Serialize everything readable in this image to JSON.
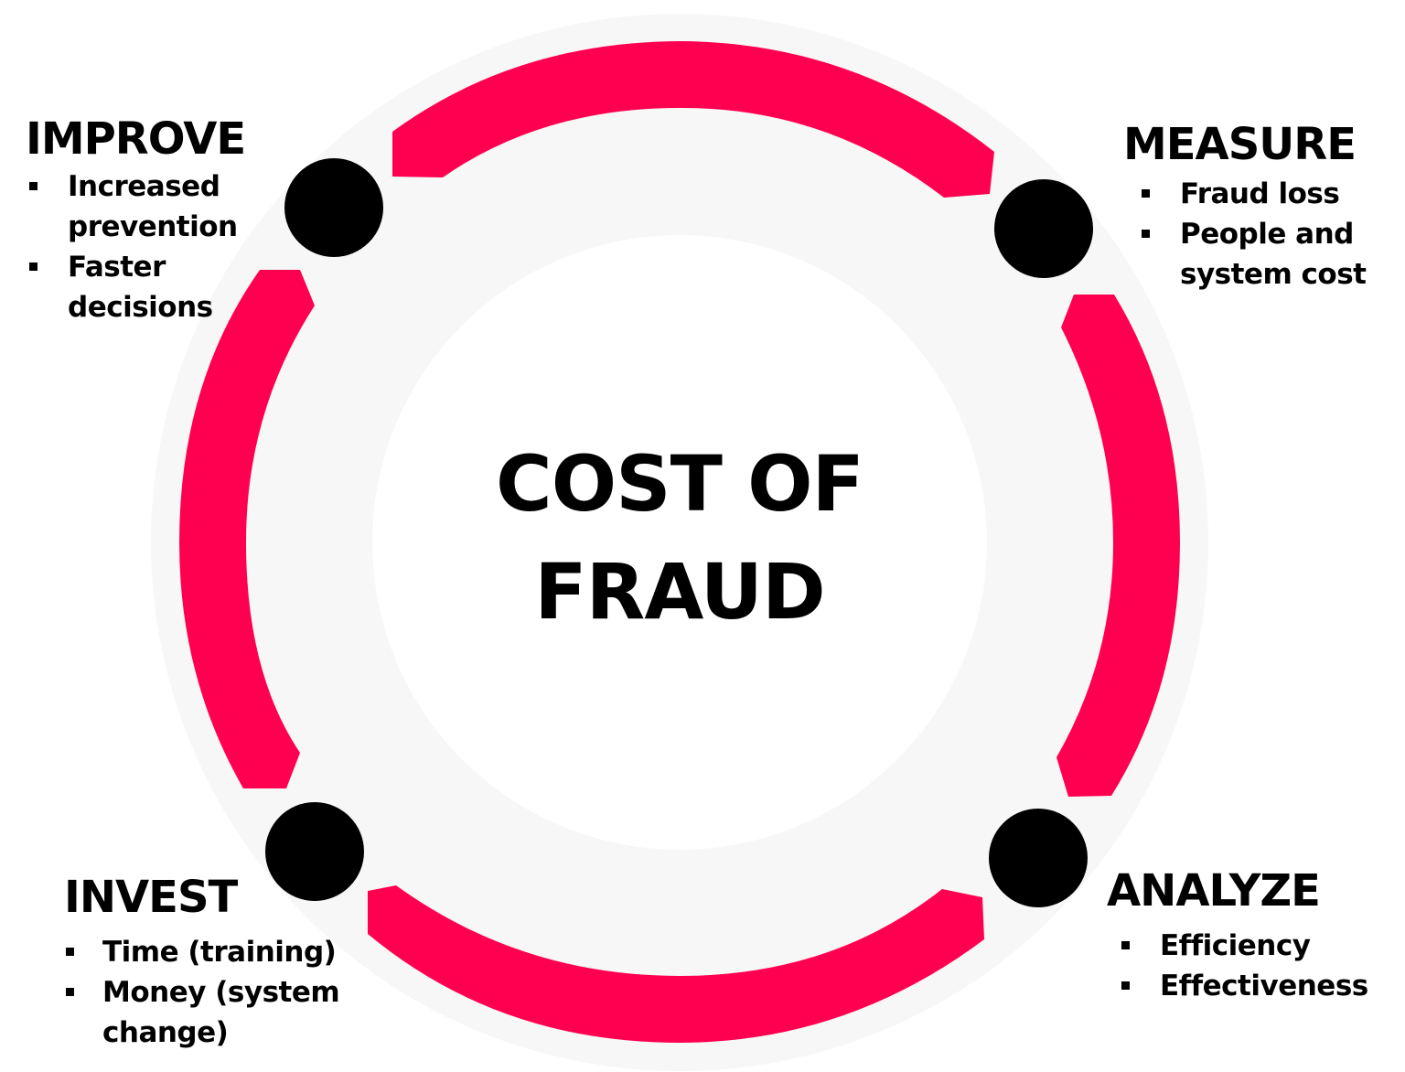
{
  "diagram": {
    "type": "cycle",
    "center_title": {
      "line1": "COST OF",
      "line2": "FRAUD"
    },
    "colors": {
      "arc": "#FF0050",
      "node": "#000000",
      "outer_disk": "#F7F7F7",
      "inner_disk": "#FFFFFF",
      "text": "#000000"
    },
    "stages": {
      "improve": {
        "heading": "IMPROVE",
        "items": [
          "Increased prevention",
          "Faster decisions"
        ]
      },
      "measure": {
        "heading": "MEASURE",
        "items": [
          "Fraud loss",
          "People and system cost"
        ]
      },
      "analyze": {
        "heading": "ANALYZE",
        "items": [
          "Efficiency",
          "Effectiveness"
        ]
      },
      "invest": {
        "heading": "INVEST",
        "items": [
          "Time (training)",
          "Money (system change)"
        ]
      }
    },
    "cycle_order": [
      "MEASURE",
      "ANALYZE",
      "INVEST",
      "IMPROVE"
    ]
  }
}
